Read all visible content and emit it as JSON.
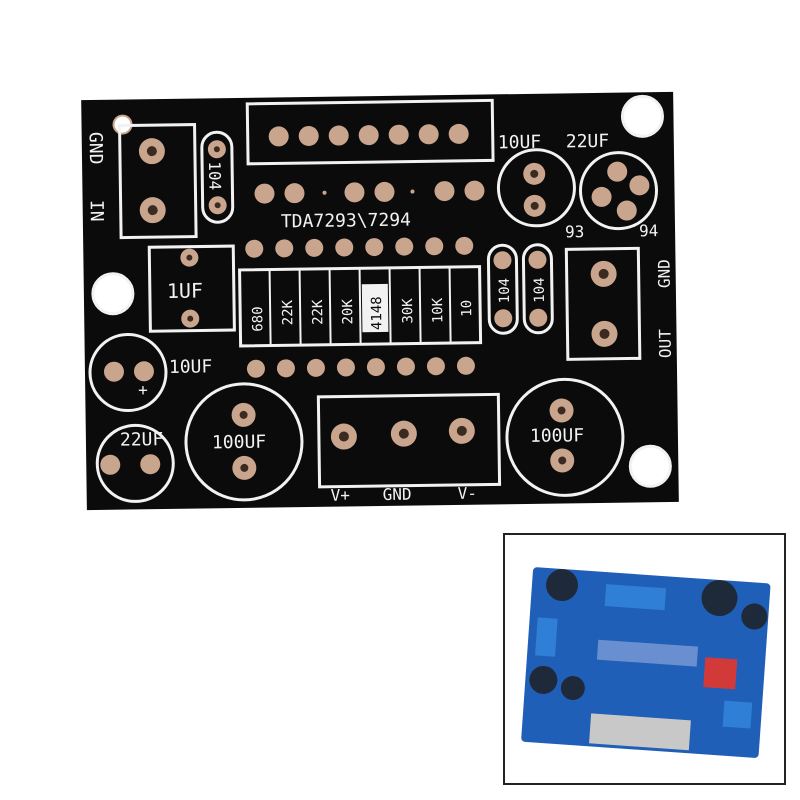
{
  "board": {
    "labels": {
      "chip": "TDA7293\\7294",
      "in_gnd": "GND",
      "in_in": "IN",
      "out_out": "OUT",
      "out_gnd": "GND",
      "c104_left": "104",
      "c104_a": "104",
      "c104_b": "104",
      "c1uf": "1UF",
      "c10uf_left": "10UF",
      "c22uf_left": "22UF",
      "c100uf_left": "100UF",
      "c100uf_right": "100UF",
      "c10uf_top": "10UF",
      "c22uf_top": "22UF",
      "ic93": "93",
      "ic94": "94",
      "power_vplus": "V+",
      "power_gnd": "GND",
      "power_vminus": "V-",
      "plus_sign": "+",
      "resistors": [
        "680",
        "22K",
        "22K",
        "20K",
        "4148",
        "30K",
        "10K",
        "10"
      ]
    },
    "colors": {
      "pcb": "#0b0b0b",
      "silkscreen": "#f2f2f2",
      "copper": "#c9a58e",
      "hole": "#3a2a20",
      "background": "#ffffff"
    }
  },
  "inset": {
    "description_icon": "assembled-board-photo",
    "colors": {
      "pcb": "#1f5fb8",
      "terminal": "#2f7fd6",
      "relay": "#d23a3a",
      "capacitor": "#1e2a3a",
      "heatsink": "#c8c8c8"
    }
  }
}
